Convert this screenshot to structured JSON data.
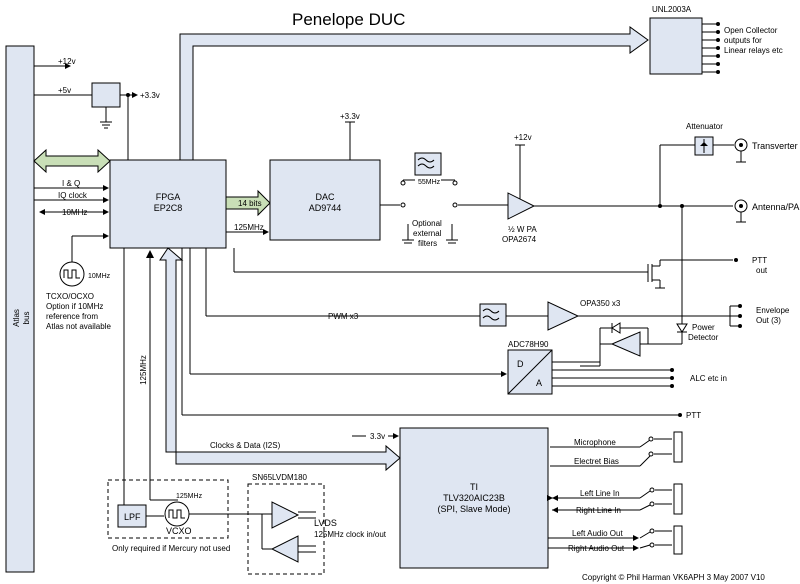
{
  "title": "Penelope  DUC",
  "copyright": "Copyright © Phil Harman VK6APH 3 May  2007 V10",
  "atlas": {
    "line1": "Atlas",
    "line2": "bus"
  },
  "power": {
    "p12": "+12v",
    "p5": "+5v",
    "p33": "+3.3v"
  },
  "fpga": {
    "line1": "FPGA",
    "line2": "EP2C8"
  },
  "dac": {
    "line1": "DAC",
    "line2": "AD9744",
    "supply": "+3.3v"
  },
  "bits_label": "14 bits",
  "clk125_h": "125MHz",
  "clk125_v": "125MHz",
  "signals": {
    "iq": "I & Q",
    "iqclk": "IQ clock",
    "tenmhz": "10MHz"
  },
  "tcxo": {
    "freq": "10MHz",
    "l1": "TCXO/OCXO",
    "l2": "Option if 10MHz",
    "l3": "reference from",
    "l4": "Atlas not available"
  },
  "filter": {
    "freq": "55MHz",
    "opt1": "Optional",
    "opt2": "external",
    "opt3": "filters"
  },
  "pa": {
    "supply": "+12v",
    "l1": "½ W PA",
    "l2": "OPA2674"
  },
  "attenuator": "Attenuator",
  "transverter": "Transverter",
  "antenna": "Antenna/PA",
  "uln": {
    "name": "UNL2003A",
    "l1": "Open Collector",
    "l2": "outputs for",
    "l3": "Linear relays etc"
  },
  "ptt_out": {
    "l1": "PTT",
    "l2": "out"
  },
  "pwm": "PWM  x3",
  "opa350": "OPA350 x3",
  "envelope": {
    "l1": "Envelope",
    "l2": "Out (3)"
  },
  "power_det": {
    "l1": "Power",
    "l2": "Detector"
  },
  "adc": {
    "name": "ADC78H90",
    "d": "D",
    "a": "A",
    "alc": "ALC etc in"
  },
  "ptt": "PTT",
  "codec": {
    "supply": "3.3v",
    "l1": "TI",
    "l2": "TLV320AIC23B",
    "l3": "(SPI, Slave Mode)"
  },
  "microphone": "Microphone",
  "electret": "Electret Bias",
  "left_line": "Left Line In",
  "right_line": "Right Line In",
  "left_audio": "Left Audio Out",
  "right_audio": "Right Audio Out",
  "clocks_data": "Clocks & Data (I2S)",
  "lpf": "LPF",
  "vcxo": {
    "name": "VCXO",
    "freq": "125MHz"
  },
  "mercury_note": "Only required if Mercury not used",
  "lvds": {
    "chip": "SN65LVDM180",
    "l1": "LVDS",
    "l2": "125MHz clock in/out"
  }
}
